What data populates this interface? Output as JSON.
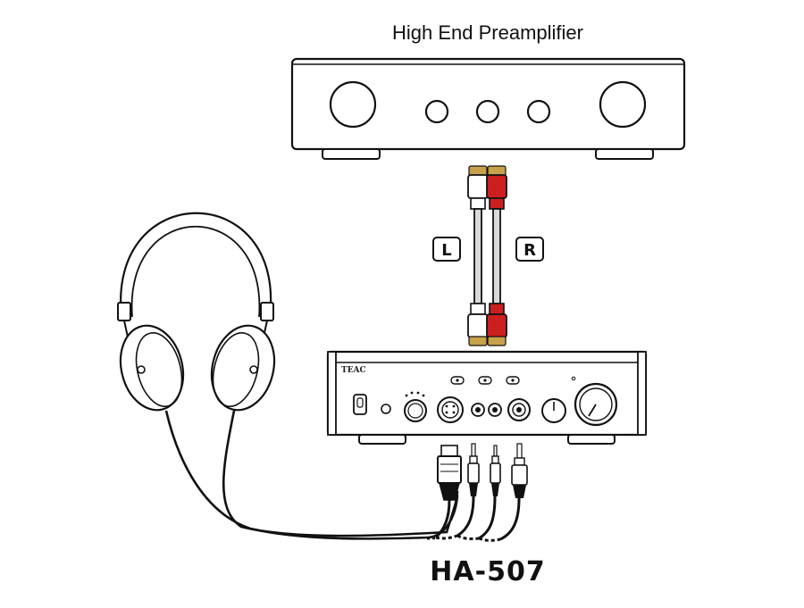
{
  "preamp": {
    "title": "High End Preamplifier"
  },
  "cables": {
    "left_label": "L",
    "right_label": "R",
    "left_color": "#d9d9d9",
    "right_color": "#cc1f1f",
    "plug_gold": "#c8a24a"
  },
  "amp": {
    "brand": "TEAC",
    "model": "HA-507"
  },
  "headphones": {
    "icon": "headphones-icon"
  }
}
